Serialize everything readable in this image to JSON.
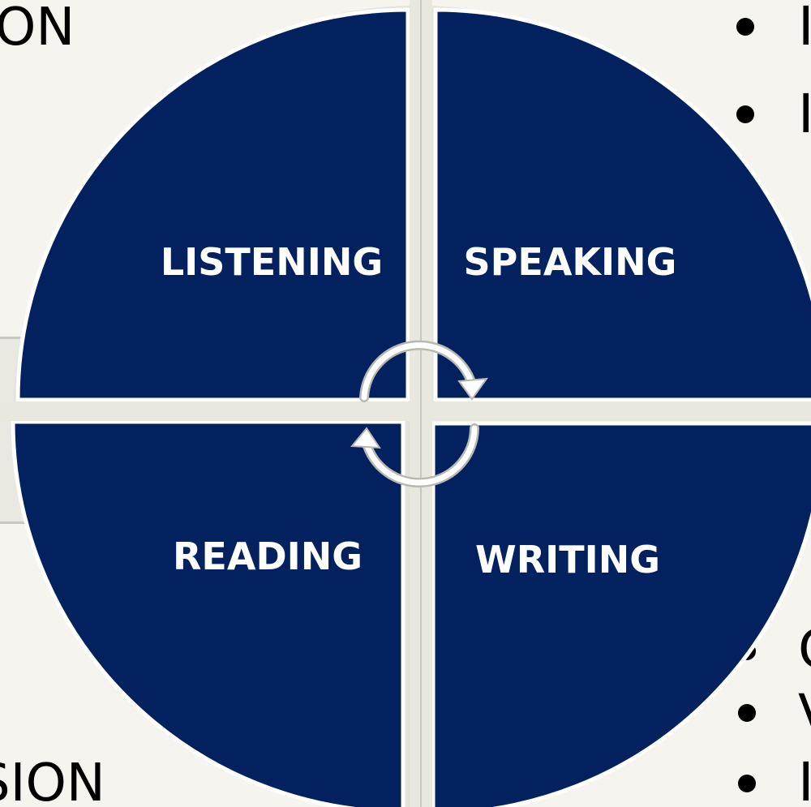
{
  "edges": {
    "top_left_text": "ON",
    "bottom_left_text": "SION",
    "right_bullets": [
      {
        "letter": "I"
      },
      {
        "letter": "I"
      },
      {
        "letter": "C"
      },
      {
        "letter": "V"
      },
      {
        "letter": "I"
      }
    ]
  },
  "diagram": {
    "quadrants": [
      {
        "label": "LISTENING"
      },
      {
        "label": "SPEAKING"
      },
      {
        "label": "READING"
      },
      {
        "label": "WRITING"
      }
    ],
    "colors": {
      "quadrant_fill": "#03215f",
      "divider": "#e9e8df",
      "background": "#f5f4ef",
      "cycle_arrow": "#ffffff"
    }
  }
}
